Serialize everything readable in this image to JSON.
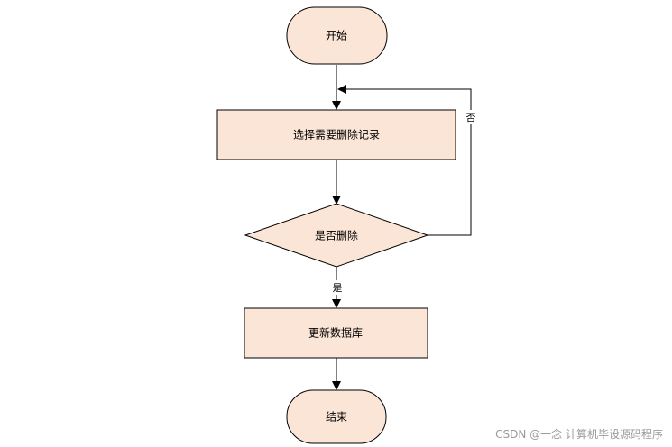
{
  "flowchart": {
    "nodes": {
      "start": {
        "label": "开始",
        "shape": "terminal"
      },
      "select": {
        "label": "选择需要删除记录",
        "shape": "process"
      },
      "decision": {
        "label": "是否删除",
        "shape": "decision"
      },
      "update": {
        "label": "更新数据库",
        "shape": "process"
      },
      "end": {
        "label": "结束",
        "shape": "terminal"
      }
    },
    "edges": {
      "start_to_select": {
        "from": "start",
        "to": "select",
        "label": ""
      },
      "select_to_decision": {
        "from": "select",
        "to": "decision",
        "label": ""
      },
      "decision_yes": {
        "from": "decision",
        "to": "update",
        "label": "是"
      },
      "decision_no": {
        "from": "decision",
        "to": "select",
        "label": "否"
      },
      "update_to_end": {
        "from": "update",
        "to": "end",
        "label": ""
      }
    },
    "colors": {
      "node_fill": "#fbe5d6",
      "stroke": "#000000"
    }
  },
  "watermark": "CSDN @一念 计算机毕设源码程序"
}
